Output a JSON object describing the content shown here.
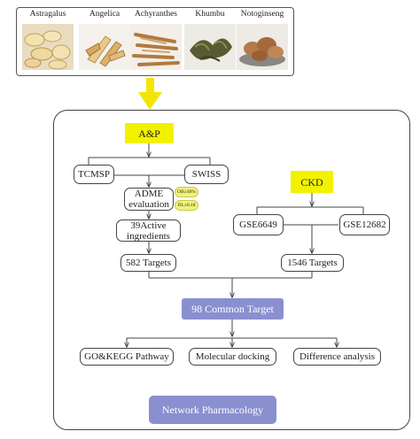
{
  "herbs": [
    {
      "name": "Astragalus",
      "icon": "astragalus-slices-photo"
    },
    {
      "name": "Angelica",
      "icon": "angelica-slices-photo"
    },
    {
      "name": "Achyranthes",
      "icon": "achyranthes-roots-photo"
    },
    {
      "name": "Khumbu",
      "icon": "khumbu-herb-photo"
    },
    {
      "name": "Notoginseng",
      "icon": "notoginseng-roots-photo"
    }
  ],
  "flow": {
    "ap": "A&P",
    "tcmsp": "TCMSP",
    "swiss": "SWISS",
    "adme": "ADME evaluation",
    "criteria": {
      "ob": "OB≥30%",
      "dl": "DL≥0.18"
    },
    "active": "39Active ingredients",
    "targets_582": "582 Targets",
    "ckd": "CKD",
    "gse6649": "GSE6649",
    "gse12682": "GSE12682",
    "targets_1546": "1546 Targets",
    "common": "98 Common Target",
    "gokegg": "GO&KEGG Pathway",
    "docking": "Molecular docking",
    "difference": "Difference analysis",
    "network": "Network Pharmacology"
  },
  "colors": {
    "highlight": "#f2f200",
    "accent": "#8a8fcf",
    "arrow": "#f2e600"
  }
}
